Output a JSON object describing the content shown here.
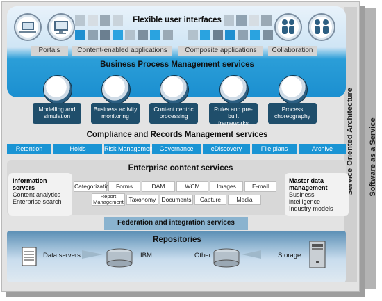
{
  "right_labels": {
    "soa": "Service Oriented Architecture",
    "saas": "Software as a Service"
  },
  "flexible_ui": {
    "title": "Flexible user interfaces",
    "chips": [
      "Portals",
      "Content-enabled applications",
      "Composite applications",
      "Collaboration"
    ]
  },
  "bpm": {
    "title": "Business Process Management services",
    "items": [
      {
        "line1": "Modelling and",
        "line2": "simulation",
        "icon": "flowchart-icon"
      },
      {
        "line1": "Business activity",
        "line2": "monitoring",
        "icon": "gauge-icon"
      },
      {
        "line1": "Content centric",
        "line2": "processing",
        "icon": "content-stack-icon"
      },
      {
        "line1": "Rules and pre-built",
        "line2": "frameworks",
        "icon": "documents-icon"
      },
      {
        "line1": "Process",
        "line2": "choreography",
        "icon": "process-grid-icon"
      }
    ]
  },
  "compliance": {
    "title": "Compliance and Records Management services",
    "items": [
      "Retention",
      "Holds",
      "Risk Management",
      "Governance",
      "eDiscovery",
      "File plans",
      "Archive"
    ]
  },
  "enterprise_content": {
    "title": "Enterprise content services",
    "left": {
      "heading1": "Information",
      "heading2": "servers",
      "line1": "Content analytics",
      "line2": "Enterprise search"
    },
    "right": {
      "heading1": "Master data",
      "heading2": "management",
      "line1": "Business intelligence",
      "line2": "Industry models"
    },
    "row1": [
      "Categorization",
      "Forms",
      "DAM",
      "WCM",
      "Images",
      "E-mail"
    ],
    "row2": [
      "Report Management",
      "Taxonomy",
      "Documents",
      "Capture",
      "Media"
    ]
  },
  "federation": {
    "title": "Federation and integration services"
  },
  "repositories": {
    "title": "Repositories",
    "items": [
      "Data servers",
      "IBM",
      "Other",
      "Storage"
    ]
  },
  "colors": {
    "accent_blue": "#1a94d4",
    "dark_navy": "#1f4e6b",
    "panel_grey": "#d8d8d8"
  }
}
